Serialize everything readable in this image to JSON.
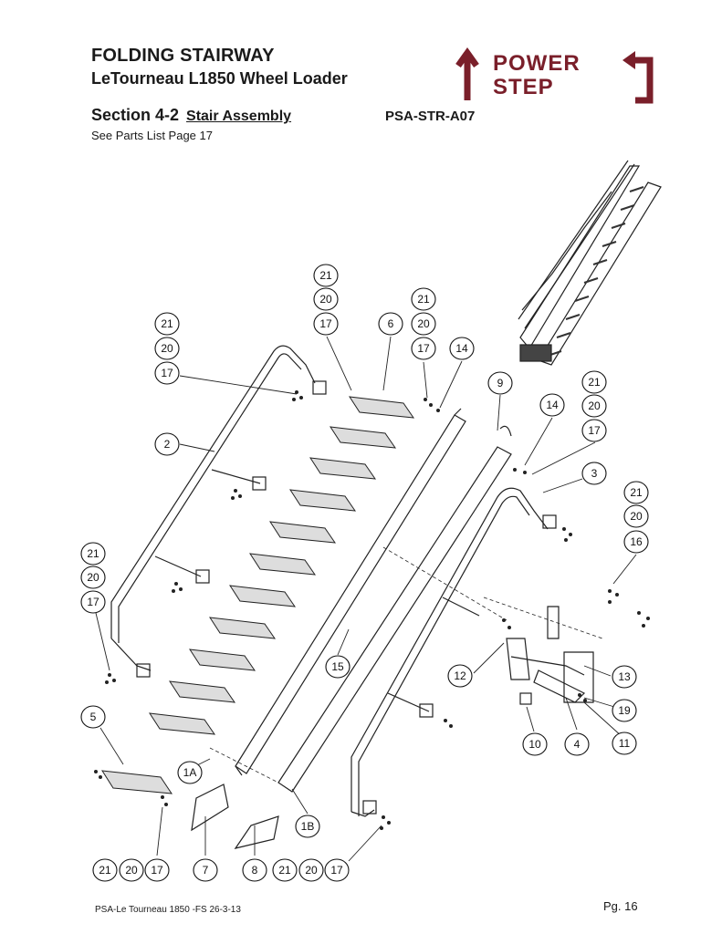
{
  "header": {
    "title": "FOLDING STAIRWAY",
    "subtitle": "LeTourneau L1850 Wheel Loader",
    "section_number": "Section 4-2",
    "section_name": "Stair Assembly",
    "part_code": "PSA-STR-A07",
    "parts_ref": "See Parts List Page 17"
  },
  "logo": {
    "line1": "POWER",
    "line2": "STEP",
    "color": "#7a1f2a"
  },
  "callouts": {
    "c1a": "1A",
    "c1b": "1B",
    "c2": "2",
    "c3": "3",
    "c4": "4",
    "c5": "5",
    "c6": "6",
    "c7": "7",
    "c8": "8",
    "c9": "9",
    "c10": "10",
    "c11": "11",
    "c12": "12",
    "c13": "13",
    "c14": "14",
    "c15": "15",
    "c16": "16",
    "c17": "17",
    "c19": "19",
    "c20": "20",
    "c21": "21"
  },
  "footer": {
    "doc_ref": "PSA-Le Tourneau 1850 -FS  26-3-13",
    "page": "Pg. 16"
  }
}
